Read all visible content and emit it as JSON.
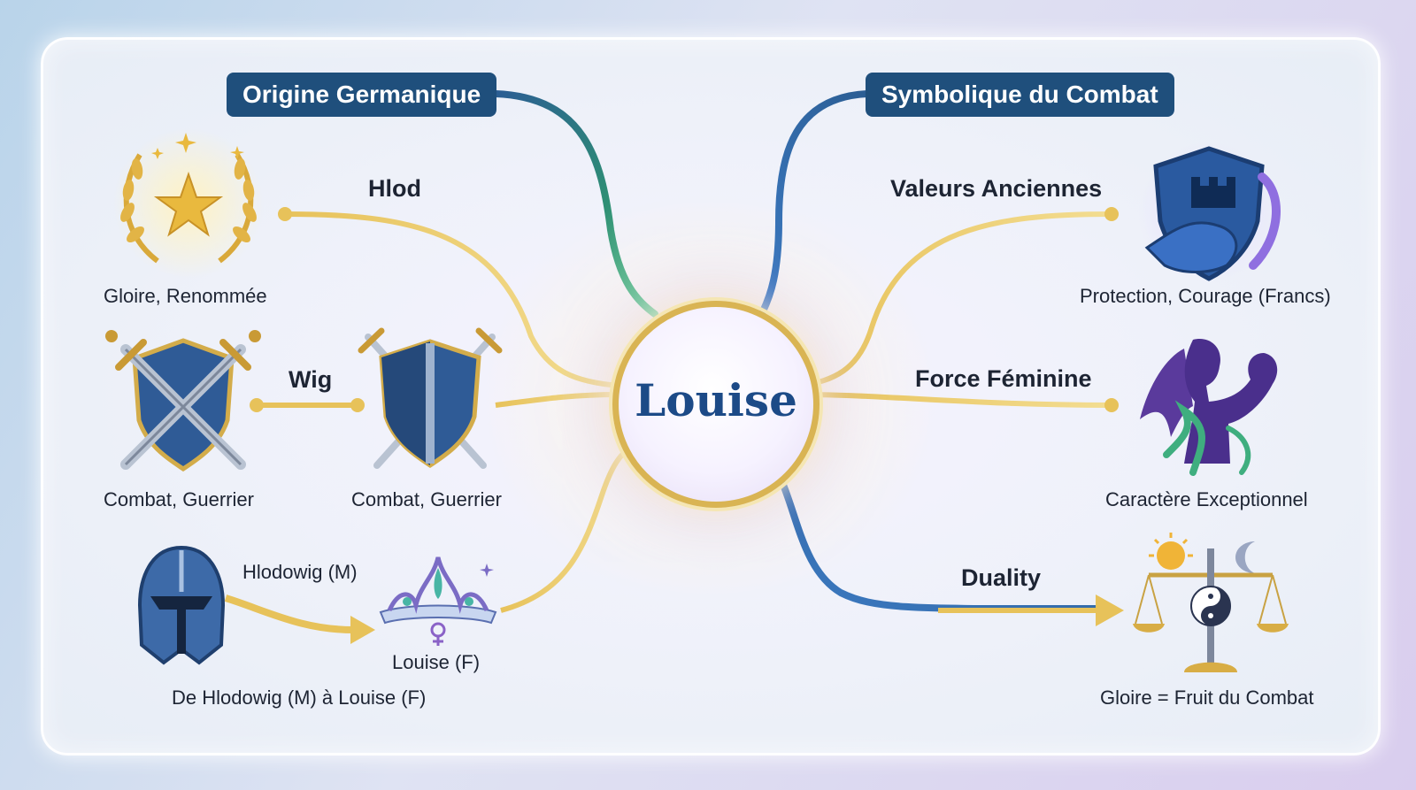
{
  "center": {
    "title": "Louise"
  },
  "left": {
    "header": "Origine Germanique",
    "branches": [
      {
        "label": "Hlod",
        "caption": "Gloire, Renommée",
        "icon": "laurel-star-icon"
      },
      {
        "label": "Wig",
        "caption_a": "Combat, Guerrier",
        "caption_b": "Combat, Guerrier",
        "icon_a": "crossed-swords-shield-icon",
        "icon_b": "shield-swords-icon"
      },
      {
        "label": "Hlodowig (M)",
        "caption_b": "Louise (F)",
        "caption": "De Hlodowig (M) à Louise (F)",
        "icon_a": "knight-helmet-icon",
        "icon_b": "tiara-female-icon"
      }
    ]
  },
  "right": {
    "header": "Symbolique du Combat",
    "branches": [
      {
        "label": "Valeurs Anciennes",
        "caption": "Protection, Courage (Francs)",
        "icon": "castle-shield-arm-icon"
      },
      {
        "label": "Force Féminine",
        "caption": "Caractère Exceptionnel",
        "icon": "strong-woman-icon"
      },
      {
        "label": "Duality",
        "caption": "Gloire = Fruit du Combat",
        "icon": "balance-yinyang-icon"
      }
    ]
  },
  "colors": {
    "header_bg": "#1f4f7c",
    "gold": "#e8c35a",
    "blue": "#2f5f9e",
    "green": "#3f9e7a",
    "center_text": "#1c4a87"
  }
}
